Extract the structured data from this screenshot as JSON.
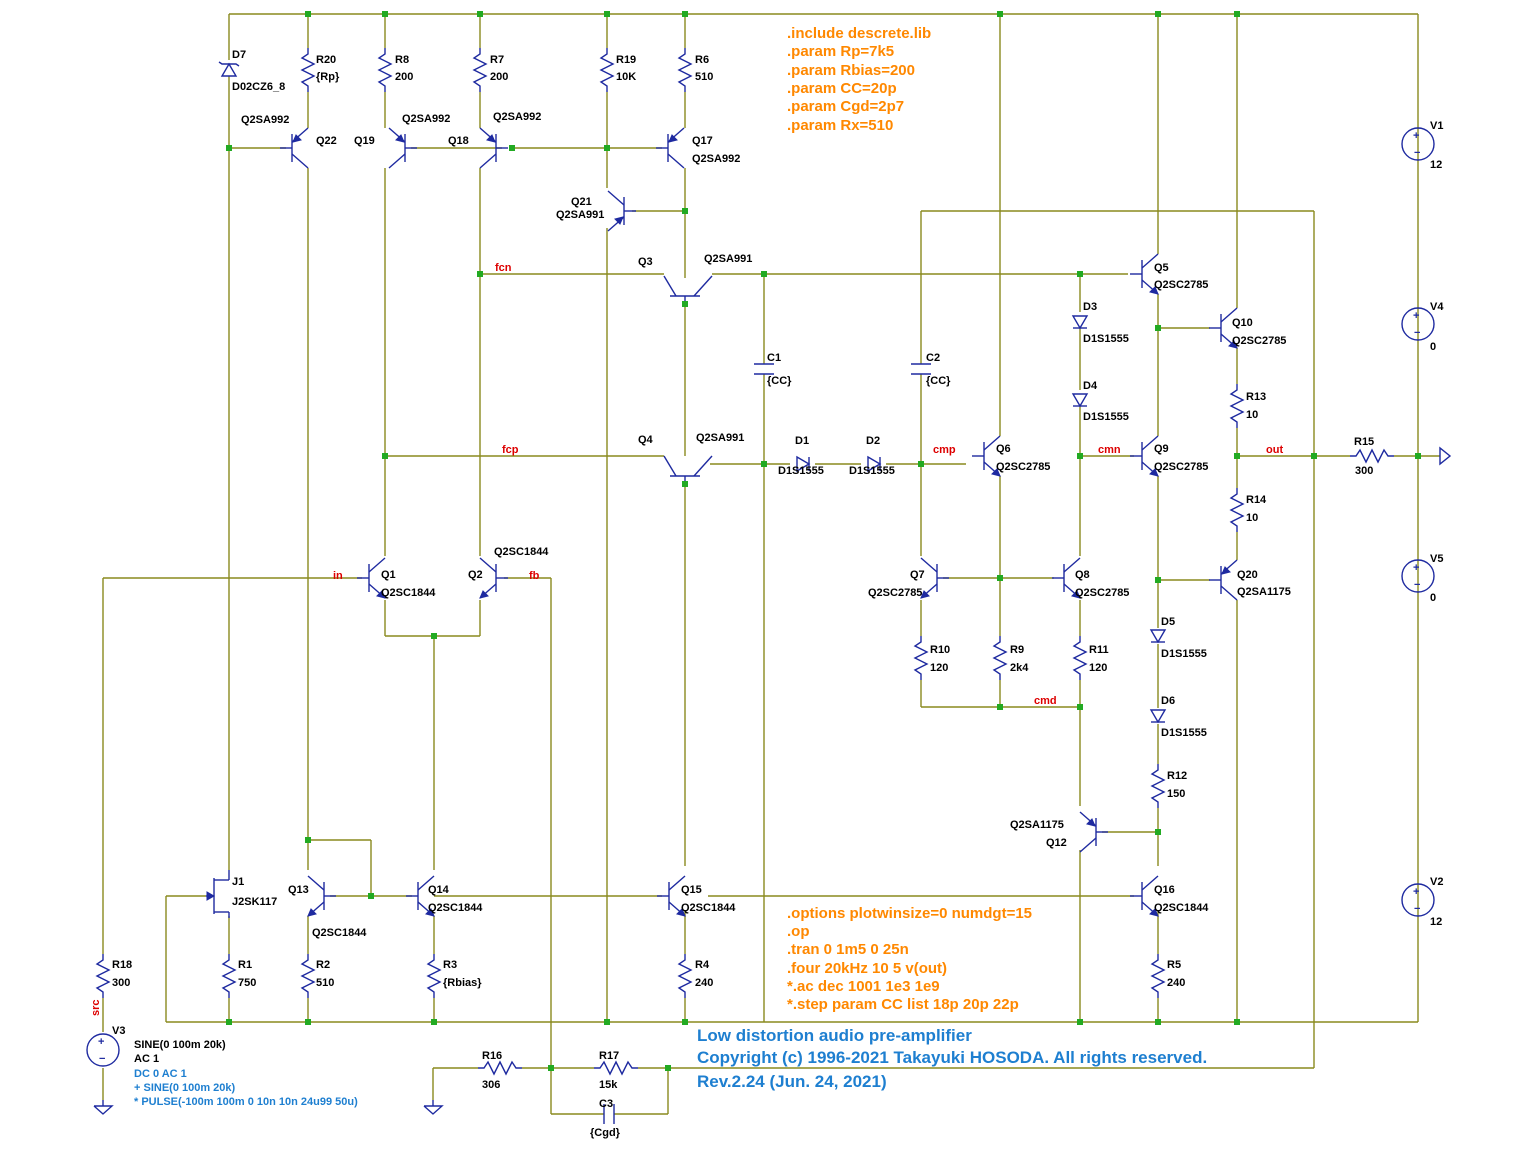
{
  "colors": {
    "wire": "#8a8a1e",
    "symbol": "#1e2aa0",
    "junction": "#22aa22",
    "net_label": "#dd0000",
    "directive": "#ff8800",
    "comment": "#1e7fd0",
    "text": "#000000"
  },
  "directives_top": [
    ".include descrete.lib",
    ".param Rp=7k5",
    ".param Rbias=200",
    ".param CC=20p",
    ".param Cgd=2p7",
    ".param Rx=510"
  ],
  "directives_bottom": [
    ".options plotwinsize=0 numdgt=15",
    ".op",
    ".tran 0 1m5 0 25n",
    ".four 20kHz 10 5 v(out)",
    "*.ac dec 1001 1e3 1e9",
    "*.step param CC list 18p 20p 22p"
  ],
  "comment": [
    "Low distortion audio pre-amplifier",
    "Copyright (c) 1996-2021 Takayuki HOSODA. All rights reserved.",
    "Rev.2.24  (Jun. 24, 2021)"
  ],
  "nets": {
    "in": "in",
    "fb": "fb",
    "fcn": "fcn",
    "fcp": "fcp",
    "cmp": "cmp",
    "cmn": "cmn",
    "cmd": "cmd",
    "out": "out",
    "src": "src"
  },
  "resistors": [
    {
      "name": "R20",
      "value": "{Rp}"
    },
    {
      "name": "R8",
      "value": "200"
    },
    {
      "name": "R7",
      "value": "200"
    },
    {
      "name": "R19",
      "value": "10K"
    },
    {
      "name": "R6",
      "value": "510"
    },
    {
      "name": "R13",
      "value": "10"
    },
    {
      "name": "R14",
      "value": "10"
    },
    {
      "name": "R15",
      "value": "300"
    },
    {
      "name": "R10",
      "value": "120"
    },
    {
      "name": "R9",
      "value": "2k4"
    },
    {
      "name": "R11",
      "value": "120"
    },
    {
      "name": "R12",
      "value": "150"
    },
    {
      "name": "R18",
      "value": "300"
    },
    {
      "name": "R1",
      "value": "750"
    },
    {
      "name": "R2",
      "value": "510"
    },
    {
      "name": "R3",
      "value": "{Rbias}"
    },
    {
      "name": "R4",
      "value": "240"
    },
    {
      "name": "R5",
      "value": "240"
    },
    {
      "name": "R16",
      "value": "306"
    },
    {
      "name": "R17",
      "value": "15k"
    }
  ],
  "capacitors": [
    {
      "name": "C1",
      "value": "{CC}"
    },
    {
      "name": "C2",
      "value": "{CC}"
    },
    {
      "name": "C3",
      "value": "{Cgd}"
    }
  ],
  "diodes": [
    {
      "name": "D7",
      "value": "D02CZ6_8"
    },
    {
      "name": "D3",
      "value": "D1S1555"
    },
    {
      "name": "D4",
      "value": "D1S1555"
    },
    {
      "name": "D1",
      "value": "D1S1555"
    },
    {
      "name": "D2",
      "value": "D1S1555"
    },
    {
      "name": "D5",
      "value": "D1S1555"
    },
    {
      "name": "D6",
      "value": "D1S1555"
    }
  ],
  "transistors": [
    {
      "name": "Q22",
      "model": "Q2SA992"
    },
    {
      "name": "Q19",
      "model": "Q2SA992"
    },
    {
      "name": "Q18",
      "model": "Q2SA992"
    },
    {
      "name": "Q17",
      "model": "Q2SA992"
    },
    {
      "name": "Q21",
      "model": "Q2SA991"
    },
    {
      "name": "Q3",
      "model": "Q2SA991"
    },
    {
      "name": "Q4",
      "model": "Q2SA991"
    },
    {
      "name": "Q5",
      "model": "Q2SC2785"
    },
    {
      "name": "Q10",
      "model": "Q2SC2785"
    },
    {
      "name": "Q6",
      "model": "Q2SC2785"
    },
    {
      "name": "Q9",
      "model": "Q2SC2785"
    },
    {
      "name": "Q7",
      "model": "Q2SC2785"
    },
    {
      "name": "Q8",
      "model": "Q2SC2785"
    },
    {
      "name": "Q20",
      "model": "Q2SA1175"
    },
    {
      "name": "Q1",
      "model": "Q2SC1844"
    },
    {
      "name": "Q2",
      "model": "Q2SC1844"
    },
    {
      "name": "Q12",
      "model": "Q2SA1175"
    },
    {
      "name": "Q13",
      "model": "Q2SC1844"
    },
    {
      "name": "Q14",
      "model": "Q2SC1844"
    },
    {
      "name": "Q15",
      "model": "Q2SC1844"
    },
    {
      "name": "Q16",
      "model": "Q2SC1844"
    },
    {
      "name": "J1",
      "model": "J2SK117"
    }
  ],
  "sources": [
    {
      "name": "V1",
      "value": "12"
    },
    {
      "name": "V4",
      "value": "0"
    },
    {
      "name": "V5",
      "value": "0"
    },
    {
      "name": "V2",
      "value": "12"
    },
    {
      "name": "V3",
      "value": "SINE(0 100m 20k)",
      "value2": "AC 1",
      "value3": "DC 0 AC 1",
      "value4": "+ SINE(0 100m 20k)",
      "value5": "* PULSE(-100m 100m 0 10n 10n 24u99 50u)"
    }
  ]
}
